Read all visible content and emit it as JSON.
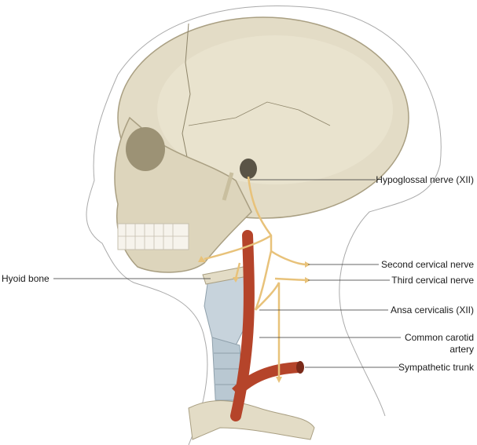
{
  "labels": {
    "hypoglossal": "Hypoglossal nerve (XII)",
    "second_cervical": "Second cervical nerve",
    "third_cervical": "Third cervical nerve",
    "ansa": "Ansa cervicalis (XII)",
    "carotid_line1": "Common carotid",
    "carotid_line2": "artery",
    "sympathetic": "Sympathetic trunk",
    "hyoid": "Hyoid bone"
  },
  "colors": {
    "bone": "#e3dcc6",
    "bone_shade": "#c9bf9f",
    "nerve": "#e8c27a",
    "artery": "#b5442a",
    "cartilage": "#c7d3dc",
    "outline": "#9a9a9a"
  }
}
